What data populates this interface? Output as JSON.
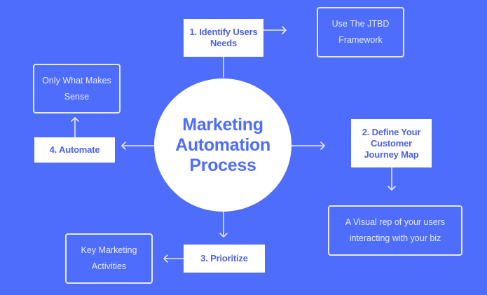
{
  "diagram": {
    "title": "Marketing Automation Process",
    "background_color": "#4f6dfb",
    "accent_text_color": "#4f62e0",
    "steps": [
      {
        "id": "step1",
        "label": "1. Identify Users Needs",
        "note": "Use The JTBD Framework"
      },
      {
        "id": "step2",
        "label": "2. Define Your Customer Journey Map",
        "note": "A Visual rep of your users interacting with your biz"
      },
      {
        "id": "step3",
        "label": "3. Prioritize",
        "note": "Key Marketing Activities"
      },
      {
        "id": "step4",
        "label": "4. Automate",
        "note": "Only What Makes Sense"
      }
    ],
    "connectors": [
      {
        "from": "center",
        "to": "step1",
        "arrow": false
      },
      {
        "from": "step1",
        "to": "note1",
        "arrow": true
      },
      {
        "from": "center",
        "to": "step2",
        "arrow": true
      },
      {
        "from": "step2",
        "to": "note2",
        "arrow": true
      },
      {
        "from": "center",
        "to": "step3",
        "arrow": true
      },
      {
        "from": "step3",
        "to": "note3",
        "arrow": true
      },
      {
        "from": "center",
        "to": "step4",
        "arrow": true
      },
      {
        "from": "step4",
        "to": "note4",
        "arrow": true
      }
    ]
  }
}
